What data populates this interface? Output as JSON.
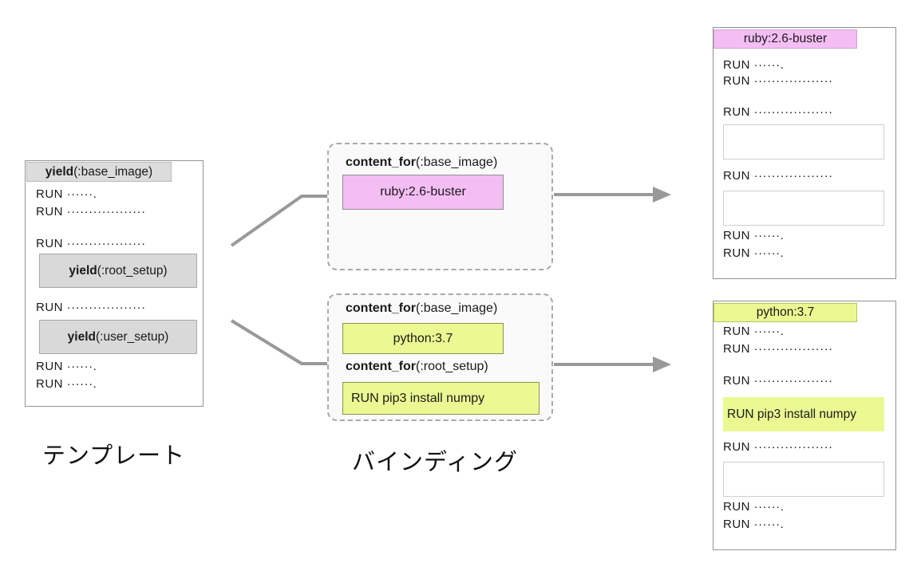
{
  "labels": {
    "template": "テンプレート",
    "binding": "バインディング"
  },
  "colors": {
    "pink": "#f4bef4",
    "yellow": "#eaf992",
    "slot_gray": "#d9d9d9",
    "connector_gray": "#999999",
    "panel_border": "#929292"
  },
  "template_panel": {
    "header_keyword": "yield",
    "header_arg": "(:base_image)",
    "line1": "RUN ······.",
    "line2": "RUN ··················",
    "line3": "RUN ··················",
    "slot1_keyword": "yield",
    "slot1_arg": "(:root_setup)",
    "line4": "RUN ··················",
    "slot2_keyword": "yield",
    "slot2_arg": "(:user_setup)",
    "line5": "RUN ······.",
    "line6": "RUN ······."
  },
  "binding_ruby": {
    "header_keyword": "content_for",
    "header_arg": "(:base_image)",
    "value": "ruby:2.6-buster"
  },
  "binding_python": {
    "header1_keyword": "content_for",
    "header1_arg": "(:base_image)",
    "value1": "python:3.7",
    "header2_keyword": "content_for",
    "header2_arg": "(:root_setup)",
    "value2": "RUN pip3 install numpy"
  },
  "result_ruby": {
    "title": "ruby:2.6-buster",
    "line1": "RUN ······.",
    "line2": "RUN ··················",
    "line3": "RUN ··················",
    "line4": "RUN ··················",
    "line5": "RUN ······.",
    "line6": "RUN ······."
  },
  "result_python": {
    "title": "python:3.7",
    "line1": "RUN ······.",
    "line2": "RUN ··················",
    "line3": "RUN ··················",
    "highlight": "RUN pip3 install numpy",
    "line4": "RUN ··················",
    "line5": "RUN ······.",
    "line6": "RUN ······."
  }
}
